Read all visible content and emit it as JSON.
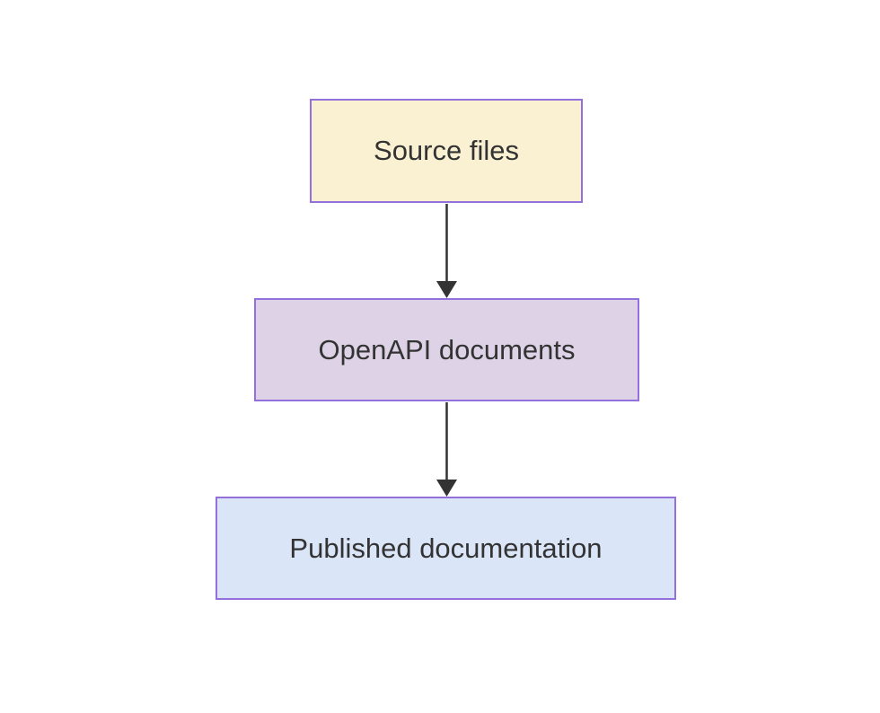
{
  "diagram": {
    "type": "flowchart",
    "direction": "top-to-bottom",
    "nodes": [
      {
        "id": "source",
        "label": "Source files",
        "fill": "#faf0d2",
        "border": "#9370db"
      },
      {
        "id": "openapi",
        "label": "OpenAPI documents",
        "fill": "#ddd2e6",
        "border": "#9370db"
      },
      {
        "id": "published",
        "label": "Published documentation",
        "fill": "#dbe5f8",
        "border": "#9370db"
      }
    ],
    "edges": [
      {
        "from": "Source files",
        "to": "OpenAPI documents",
        "style": "arrow"
      },
      {
        "from": "OpenAPI documents",
        "to": "Published documentation",
        "style": "arrow"
      }
    ],
    "colors": {
      "background": "#ffffff",
      "text": "#333333",
      "arrow": "#333333",
      "node_border": "#9370db"
    }
  }
}
